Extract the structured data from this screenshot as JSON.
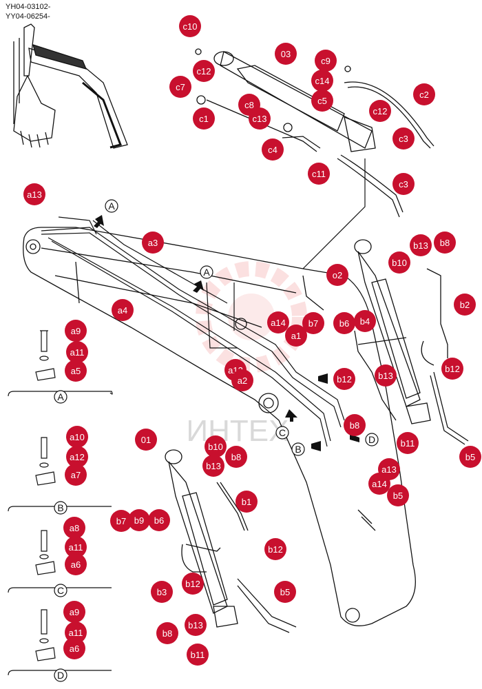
{
  "header": {
    "code1": "YH04-03102-",
    "code2": "YY04-06254-"
  },
  "watermark": "ИНТЕХ",
  "colors": {
    "callout": "#c8102e",
    "callout_text": "#ffffff",
    "line": "#111111",
    "watermark": "#f4a9a9"
  },
  "callouts": [
    {
      "label": "c10"
    },
    {
      "label": "03"
    },
    {
      "label": "c9"
    },
    {
      "label": "c12"
    },
    {
      "label": "c14"
    },
    {
      "label": "c7"
    },
    {
      "label": "c5"
    },
    {
      "label": "c2"
    },
    {
      "label": "c8"
    },
    {
      "label": "c12"
    },
    {
      "label": "c1"
    },
    {
      "label": "c13"
    },
    {
      "label": "c3"
    },
    {
      "label": "c4"
    },
    {
      "label": "c11"
    },
    {
      "label": "c3"
    },
    {
      "label": "a13"
    },
    {
      "label": "a3"
    },
    {
      "label": "b13"
    },
    {
      "label": "b8"
    },
    {
      "label": "b10"
    },
    {
      "label": "o2"
    },
    {
      "label": "b2"
    },
    {
      "label": "a4"
    },
    {
      "label": "a14"
    },
    {
      "label": "b7"
    },
    {
      "label": "b6"
    },
    {
      "label": "b4"
    },
    {
      "label": "a1"
    },
    {
      "label": "a12"
    },
    {
      "label": "a2"
    },
    {
      "label": "b12"
    },
    {
      "label": "b13"
    },
    {
      "label": "b12"
    },
    {
      "label": "a9"
    },
    {
      "label": "a11"
    },
    {
      "label": "a5"
    },
    {
      "label": "b8"
    },
    {
      "label": "b11"
    },
    {
      "label": "b5"
    },
    {
      "label": "01"
    },
    {
      "label": "b10"
    },
    {
      "label": "b13"
    },
    {
      "label": "b8"
    },
    {
      "label": "a10"
    },
    {
      "label": "a12"
    },
    {
      "label": "a7"
    },
    {
      "label": "a13"
    },
    {
      "label": "a14"
    },
    {
      "label": "b5"
    },
    {
      "label": "b1"
    },
    {
      "label": "b7"
    },
    {
      "label": "b9"
    },
    {
      "label": "b6"
    },
    {
      "label": "a8"
    },
    {
      "label": "a11"
    },
    {
      "label": "b12"
    },
    {
      "label": "a6"
    },
    {
      "label": "b3"
    },
    {
      "label": "b12"
    },
    {
      "label": "b5"
    },
    {
      "label": "a9"
    },
    {
      "label": "a11"
    },
    {
      "label": "b8"
    },
    {
      "label": "b13"
    },
    {
      "label": "a6"
    },
    {
      "label": "b11"
    }
  ],
  "view_markers": [
    {
      "label": "A"
    },
    {
      "label": "A"
    },
    {
      "label": "C"
    },
    {
      "label": "B"
    },
    {
      "label": "D"
    }
  ],
  "inset_labels": [
    {
      "label": "A"
    },
    {
      "label": "B"
    },
    {
      "label": "C"
    },
    {
      "label": "D"
    }
  ]
}
